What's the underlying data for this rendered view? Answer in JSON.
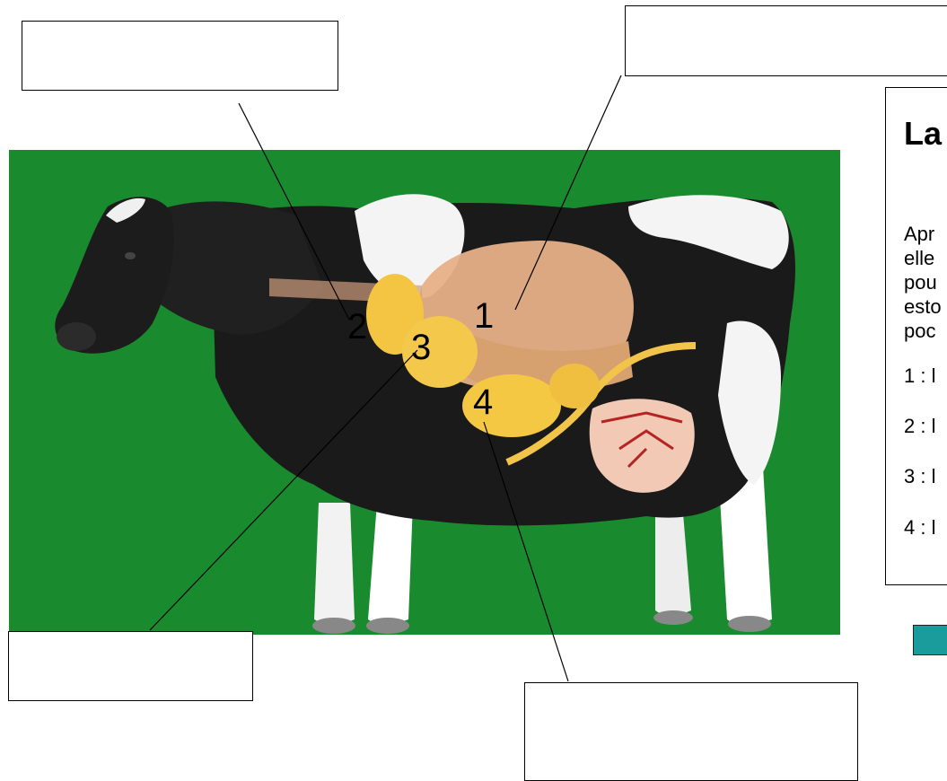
{
  "diagram": {
    "markers": [
      {
        "id": "1",
        "label": "1"
      },
      {
        "id": "2",
        "label": "2"
      },
      {
        "id": "3",
        "label": "3"
      },
      {
        "id": "4",
        "label": "4"
      }
    ],
    "label_boxes": [
      "",
      "",
      "",
      ""
    ]
  },
  "info_panel": {
    "title": "La",
    "paragraph_lines": [
      "Apr",
      "elle",
      "pou",
      "esto",
      "poc"
    ],
    "items": [
      "1 : l",
      "2 : l",
      "3 : l",
      "4 : l"
    ]
  },
  "colors": {
    "background": "#1a8a2e",
    "stomach_pink": "#e8b08a",
    "stomach_yellow": "#f5c843",
    "button": "#1a9c9c"
  }
}
